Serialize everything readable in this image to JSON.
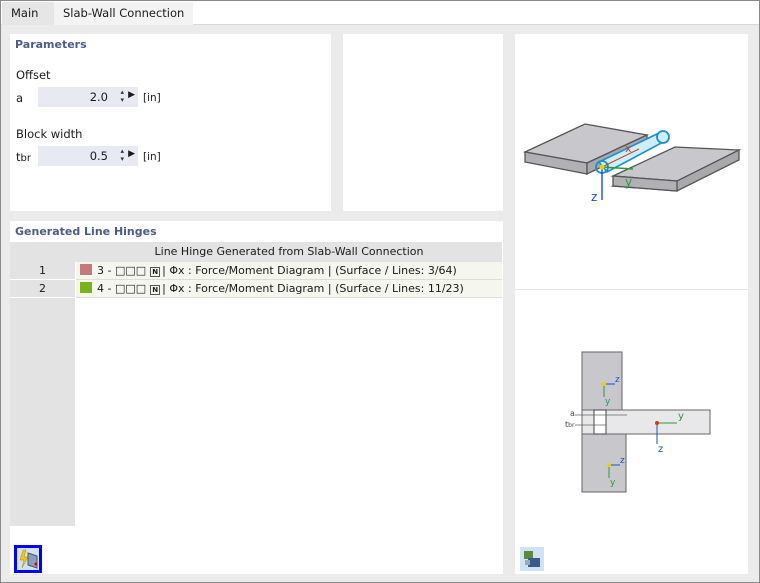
{
  "tabs": [
    {
      "label": "Main"
    },
    {
      "label": "Slab-Wall Connection"
    }
  ],
  "parameters": {
    "title": "Parameters",
    "offset": {
      "group": "Offset",
      "symbol": "a",
      "value": "2.0",
      "unit": "[in]"
    },
    "block_width": {
      "group": "Block width",
      "symbol": "t",
      "subscript": "br",
      "value": "0.5",
      "unit": "[in]"
    }
  },
  "hinges": {
    "title": "Generated Line Hinges",
    "column_header": "Line Hinge Generated from Slab-Wall Connection",
    "rows": [
      {
        "index": "1",
        "color": "#c47a7a",
        "prefix": "3 - □□□",
        "badge": "N",
        "text": "| Φx : Force/Moment Diagram | (Surface / Lines: 3/64)"
      },
      {
        "index": "2",
        "color": "#7ab317",
        "prefix": "4 - □□□",
        "badge": "N",
        "text": "| Φx : Force/Moment Diagram | (Surface / Lines: 11/23)"
      }
    ]
  },
  "diagram": {
    "axes": {
      "x": "x",
      "y": "y",
      "z": "z"
    },
    "labels": {
      "a": "a",
      "t": "t",
      "br": "br"
    }
  },
  "colors": {
    "title": "#4c5b8a",
    "input_bg": "#e7e9f3",
    "selected_border": "#0000ff"
  }
}
